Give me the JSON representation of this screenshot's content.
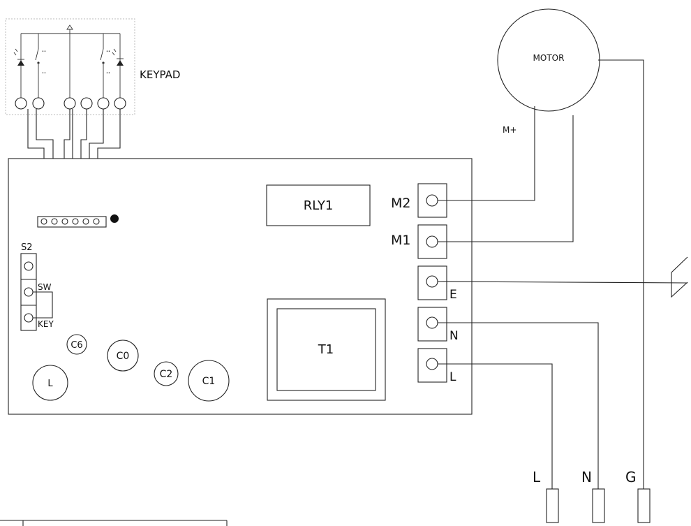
{
  "keypad": {
    "label": "KEYPAD"
  },
  "motor": {
    "label": "MOTOR",
    "polarity": "M+"
  },
  "board": {
    "relay": "RLY1",
    "transformer": "T1",
    "switch_header": "S2",
    "switch_sw": "SW",
    "switch_key": "KEY",
    "components": [
      "C6",
      "C0",
      "C2",
      "C1",
      "L"
    ]
  },
  "terminals": {
    "m2": "M2",
    "m1": "M1",
    "e": "E",
    "n": "N",
    "l": "L"
  },
  "mains": {
    "l": "L",
    "n": "N",
    "g": "G"
  }
}
